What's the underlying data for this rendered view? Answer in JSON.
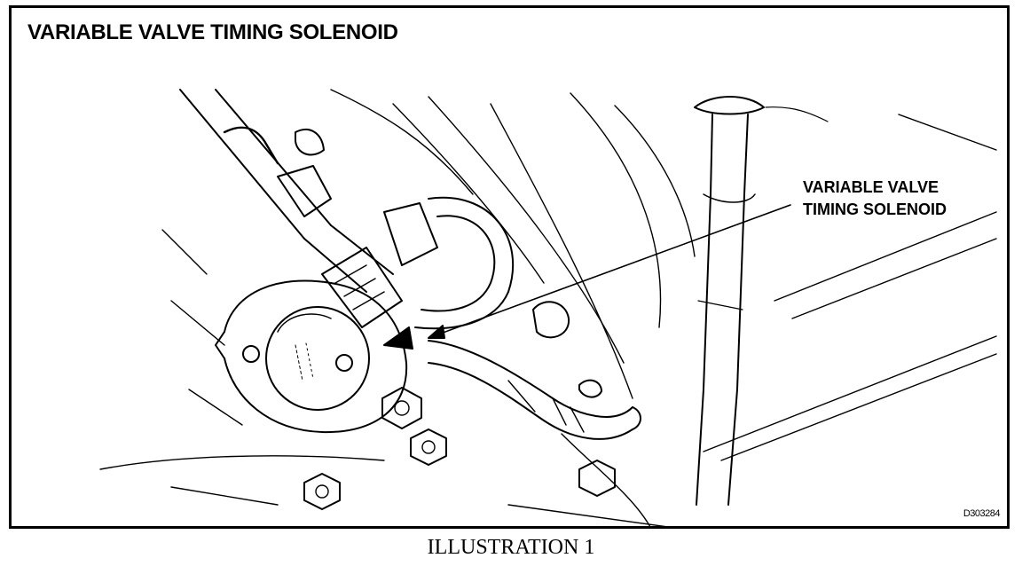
{
  "diagram": {
    "title": "VARIABLE VALVE TIMING SOLENOID",
    "callout_lines": [
      "VARIABLE VALVE",
      "TIMING SOLENOID"
    ],
    "drawing_code": "D303284",
    "line_color": "#000000",
    "background_color": "#ffffff"
  },
  "caption": "ILLUSTRATION 1"
}
